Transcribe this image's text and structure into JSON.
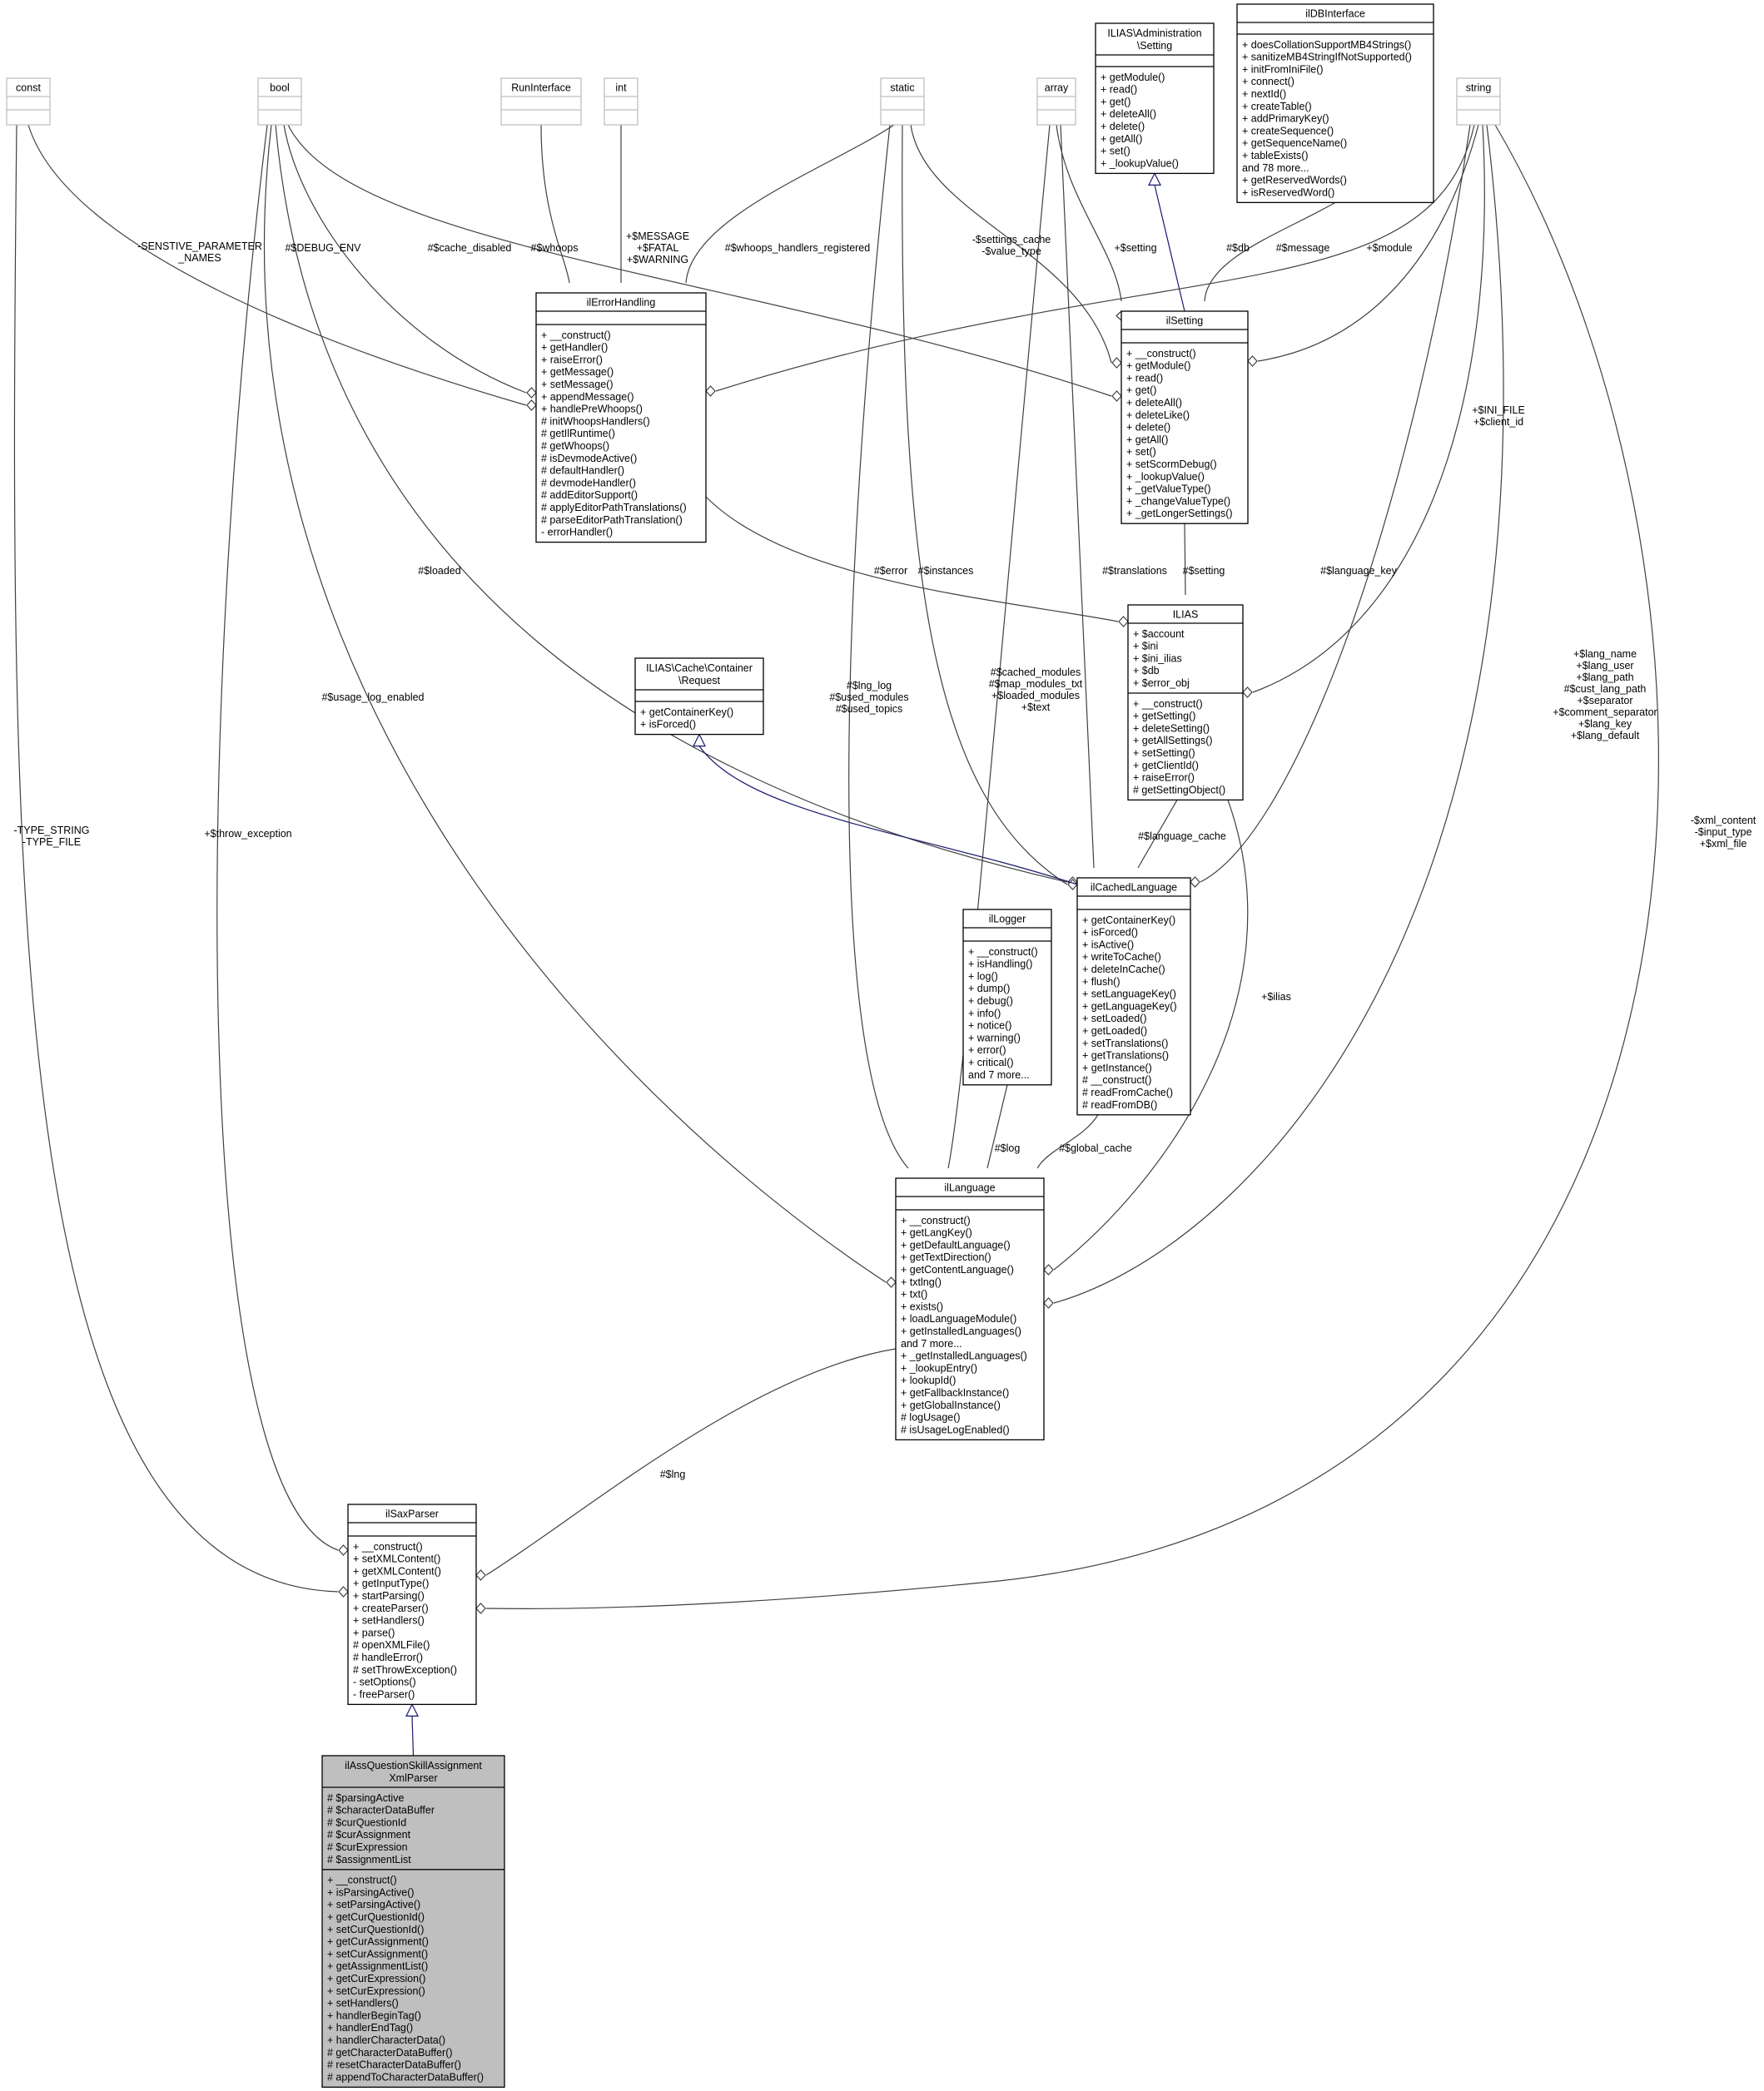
{
  "classes": [
    {
      "id": "const",
      "title": [
        "const"
      ],
      "attributes": [],
      "methods": [],
      "external": true
    },
    {
      "id": "bool",
      "title": [
        "bool"
      ],
      "attributes": [],
      "methods": [],
      "external": true
    },
    {
      "id": "RunInterface",
      "title": [
        "RunInterface"
      ],
      "attributes": [],
      "methods": [],
      "external": true
    },
    {
      "id": "int",
      "title": [
        "int"
      ],
      "attributes": [],
      "methods": [],
      "external": true
    },
    {
      "id": "static",
      "title": [
        "static"
      ],
      "attributes": [],
      "methods": [],
      "external": true
    },
    {
      "id": "array",
      "title": [
        "array"
      ],
      "attributes": [],
      "methods": [],
      "external": true
    },
    {
      "id": "string",
      "title": [
        "string"
      ],
      "attributes": [],
      "methods": [],
      "external": true
    },
    {
      "id": "AdminSetting",
      "title": [
        "ILIAS\\Administration",
        "\\Setting"
      ],
      "attributes": [],
      "methods": [
        "+ getModule()",
        "+ read()",
        "+ get()",
        "+ deleteAll()",
        "+ delete()",
        "+ getAll()",
        "+ set()",
        "+ _lookupValue()"
      ]
    },
    {
      "id": "ilDBInterface",
      "title": [
        "ilDBInterface"
      ],
      "attributes": [],
      "methods": [
        "+ doesCollationSupportMB4Strings()",
        "+ sanitizeMB4StringIfNotSupported()",
        "+ initFromIniFile()",
        "+ connect()",
        "+ nextId()",
        "+ createTable()",
        "+ addPrimaryKey()",
        "+ createSequence()",
        "+ getSequenceName()",
        "+ tableExists()",
        "and 78 more...",
        "+ getReservedWords()",
        "+ isReservedWord()"
      ]
    },
    {
      "id": "ilErrorHandling",
      "title": [
        "ilErrorHandling"
      ],
      "attributes": [],
      "methods": [
        "+ __construct()",
        "+ getHandler()",
        "+ raiseError()",
        "+ getMessage()",
        "+ setMessage()",
        "+ appendMessage()",
        "+ handlePreWhoops()",
        "# initWhoopsHandlers()",
        "# getIlRuntime()",
        "# getWhoops()",
        "# isDevmodeActive()",
        "# defaultHandler()",
        "# devmodeHandler()",
        "# addEditorSupport()",
        "# applyEditorPathTranslations()",
        "# parseEditorPathTranslation()",
        "- errorHandler()"
      ]
    },
    {
      "id": "ilSetting",
      "title": [
        "ilSetting"
      ],
      "attributes": [],
      "methods": [
        "+ __construct()",
        "+ getModule()",
        "+ read()",
        "+ get()",
        "+ deleteAll()",
        "+ deleteLike()",
        "+ delete()",
        "+ getAll()",
        "+ set()",
        "+ setScormDebug()",
        "+ _lookupValue()",
        "+ _getValueType()",
        "+ _changeValueType()",
        "+ _getLongerSettings()"
      ]
    },
    {
      "id": "ILIAS",
      "title": [
        "ILIAS"
      ],
      "attributes": [
        "+ $account",
        "+ $ini",
        "+ $ini_ilias",
        "+ $db",
        "+ $error_obj"
      ],
      "methods": [
        "+ __construct()",
        "+ getSetting()",
        "+ deleteSetting()",
        "+ getAllSettings()",
        "+ setSetting()",
        "+ getClientId()",
        "+ raiseError()",
        "# getSettingObject()"
      ]
    },
    {
      "id": "CacheRequest",
      "title": [
        "ILIAS\\Cache\\Container",
        "\\Request"
      ],
      "attributes": [],
      "methods": [
        "+ getContainerKey()",
        "+ isForced()"
      ]
    },
    {
      "id": "ilCachedLanguage",
      "title": [
        "ilCachedLanguage"
      ],
      "attributes": [],
      "methods": [
        "+ getContainerKey()",
        "+ isForced()",
        "+ isActive()",
        "+ writeToCache()",
        "+ deleteInCache()",
        "+ flush()",
        "+ setLanguageKey()",
        "+ getLanguageKey()",
        "+ setLoaded()",
        "+ getLoaded()",
        "+ setTranslations()",
        "+ getTranslations()",
        "+ getInstance()",
        "# __construct()",
        "# readFromCache()",
        "# readFromDB()"
      ]
    },
    {
      "id": "ilLogger",
      "title": [
        "ilLogger"
      ],
      "attributes": [],
      "methods": [
        "+ __construct()",
        "+ isHandling()",
        "+ log()",
        "+ dump()",
        "+ debug()",
        "+ info()",
        "+ notice()",
        "+ warning()",
        "+ error()",
        "+ critical()",
        "and 7 more..."
      ]
    },
    {
      "id": "ilLanguage",
      "title": [
        "ilLanguage"
      ],
      "attributes": [],
      "methods": [
        "+ __construct()",
        "+ getLangKey()",
        "+ getDefaultLanguage()",
        "+ getTextDirection()",
        "+ getContentLanguage()",
        "+ txtlng()",
        "+ txt()",
        "+ exists()",
        "+ loadLanguageModule()",
        "+ getInstalledLanguages()",
        "and 7 more...",
        "+ _getInstalledLanguages()",
        "+ _lookupEntry()",
        "+ lookupId()",
        "+ getFallbackInstance()",
        "+ getGlobalInstance()",
        "# logUsage()",
        "# isUsageLogEnabled()"
      ]
    },
    {
      "id": "ilSaxParser",
      "title": [
        "ilSaxParser"
      ],
      "attributes": [],
      "methods": [
        "+ __construct()",
        "+ setXMLContent()",
        "+ getXMLContent()",
        "+ getInputType()",
        "+ startParsing()",
        "+ createParser()",
        "+ setHandlers()",
        "+ parse()",
        "# openXMLFile()",
        "# handleError()",
        "# setThrowException()",
        "- setOptions()",
        "- freeParser()"
      ]
    },
    {
      "id": "focus",
      "title": [
        "ilAssQuestionSkillAssignment",
        "XmlParser"
      ],
      "attributes": [
        "# $parsingActive",
        "# $characterDataBuffer",
        "# $curQuestionId",
        "# $curAssignment",
        "# $curExpression",
        "# $assignmentList"
      ],
      "methods": [
        "+ __construct()",
        "+ isParsingActive()",
        "+ setParsingActive()",
        "+ getCurQuestionId()",
        "+ setCurQuestionId()",
        "+ getCurAssignment()",
        "+ setCurAssignment()",
        "+ getAssignmentList()",
        "+ getCurExpression()",
        "+ setCurExpression()",
        "+ setHandlers()",
        "+ handlerBeginTag()",
        "+ handlerEndTag()",
        "+ handlerCharacterData()",
        "# getCharacterDataBuffer()",
        "# resetCharacterDataBuffer()",
        "# appendToCharacterDataBuffer()"
      ]
    }
  ],
  "edge_labels": {
    "sensitive_names": [
      "-SENSTIVE_PARAMETER",
      "_NAMES"
    ],
    "debug_env": [
      "#$DEBUG_ENV"
    ],
    "cache_disabled": [
      "#$cache_disabled"
    ],
    "whoops": [
      "#$whoops"
    ],
    "message_fatal_warning": [
      "+$MESSAGE",
      "+$FATAL",
      "+$WARNING"
    ],
    "whoops_registered": [
      "#$whoops_handlers_registered"
    ],
    "settings_cache": [
      "-$settings_cache",
      "-$value_type"
    ],
    "setting_plus": [
      "+$setting"
    ],
    "db": [
      "#$db"
    ],
    "message": [
      "#$message"
    ],
    "module": [
      "+$module"
    ],
    "ini_file": [
      "+$INI_FILE",
      "+$client_id"
    ],
    "loaded": [
      "#$loaded"
    ],
    "error": [
      "#$error"
    ],
    "instances": [
      "#$instances"
    ],
    "translations": [
      "#$translations"
    ],
    "setting_hash": [
      "#$setting"
    ],
    "language_key": [
      "#$language_key"
    ],
    "lang_name": [
      "+$lang_name",
      "+$lang_user",
      "+$lang_path",
      "#$cust_lang_path",
      "+$separator",
      "+$comment_separator",
      "+$lang_key",
      "+$lang_default"
    ],
    "usage_log": [
      "#$usage_log_enabled"
    ],
    "lng_log": [
      "#$lng_log",
      "#$used_modules",
      "#$used_topics"
    ],
    "cached_modules": [
      "#$cached_modules",
      "#$map_modules_txt",
      "+$loaded_modules",
      "+$text"
    ],
    "type_string": [
      "-TYPE_STRING",
      "-TYPE_FILE"
    ],
    "throw_exception": [
      "+$throw_exception"
    ],
    "xml_content": [
      "-$xml_content",
      "-$input_type",
      "+$xml_file"
    ],
    "language_cache": [
      "#$language_cache"
    ],
    "ilias": [
      "+$ilias"
    ],
    "log": [
      "#$log"
    ],
    "global_cache": [
      "#$global_cache"
    ],
    "lng": [
      "#$lng"
    ]
  }
}
